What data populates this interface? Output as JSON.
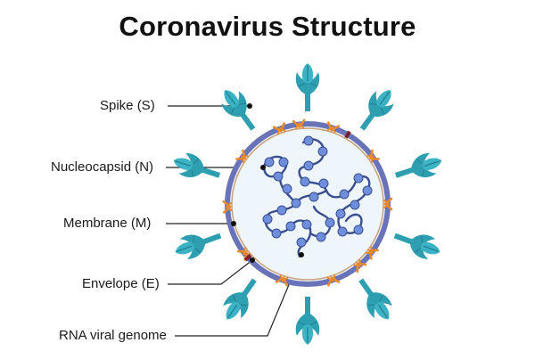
{
  "title": "Coronavirus Structure",
  "labels": {
    "spike": "Spike (S)",
    "nucleocapsid": "Nucleocapsid (N)",
    "membrane": "Membrane (M)",
    "envelope": "Envelope (E)",
    "rna": "RNA viral genome"
  },
  "colors": {
    "spike": "#2e9fb0",
    "spike_dark": "#1f7d8c",
    "membrane_outer": "#6a73b8",
    "membrane_protein": "#e8892e",
    "envelope_protein": "#7a1f2c",
    "interior": "#eef6fb",
    "nucleocapsid": "#6f8fdc",
    "rna_strand": "#3b4f8f",
    "leader_line": "#222222"
  },
  "icons": {
    "spike": "spike-protein-icon",
    "nucleocapsid": "nucleocapsid-protein-icon"
  }
}
